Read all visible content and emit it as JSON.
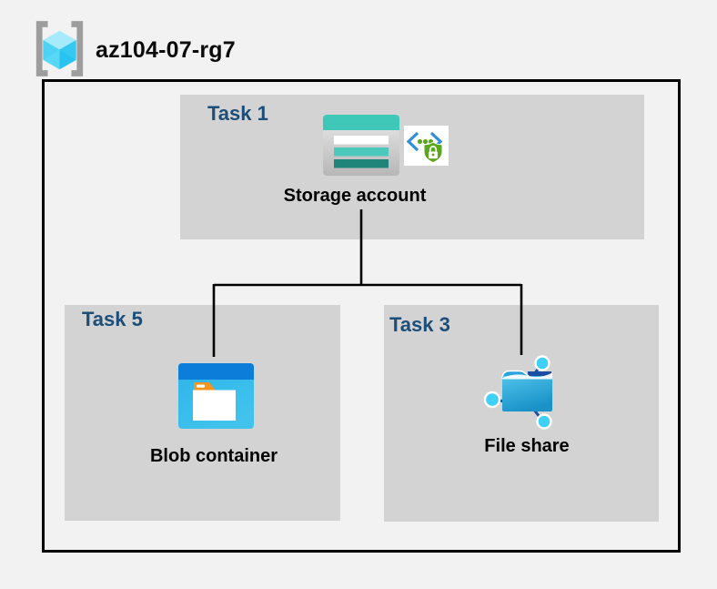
{
  "header": {
    "title": "az104-07-rg7",
    "icon": "resource-group-icon"
  },
  "nodes": {
    "storage_account": {
      "task": "Task 1",
      "label": "Storage account"
    },
    "blob_container": {
      "task": "Task 5",
      "label": "Blob container"
    },
    "file_share": {
      "task": "Task 3",
      "label": "File share"
    }
  },
  "icons": {
    "resource_group": "resource-group-icon",
    "storage_account": "storage-account-icon",
    "secure_access": "secure-access-icon",
    "blob_container": "blob-container-icon",
    "file_share": "file-share-icon"
  },
  "colors": {
    "canvas_bg": "#f2f2f2",
    "group_box_bg": "#d3d3d3",
    "task_label_blue": "#1c4e79",
    "boundary_black": "#000000",
    "storage_teal": "#3fc8b7",
    "storage_teal_mid": "#4cc9ba",
    "storage_teal_dark": "#1f857b",
    "blob_header_blue": "#0c7dd8",
    "blob_body_cyan": "#35bbea",
    "folder_tab_orange": "#f7941e",
    "shield_green": "#5ba71b",
    "chevron_blue": "#2f8ed6",
    "share_node_cyan": "#3fd0f7",
    "share_stem_navy": "#1b4ea3",
    "rg_bracket_gray": "#9d9d9d",
    "cube_top": "#a6eafb",
    "cube_left": "#58d7f6",
    "cube_right": "#29c3ef"
  }
}
